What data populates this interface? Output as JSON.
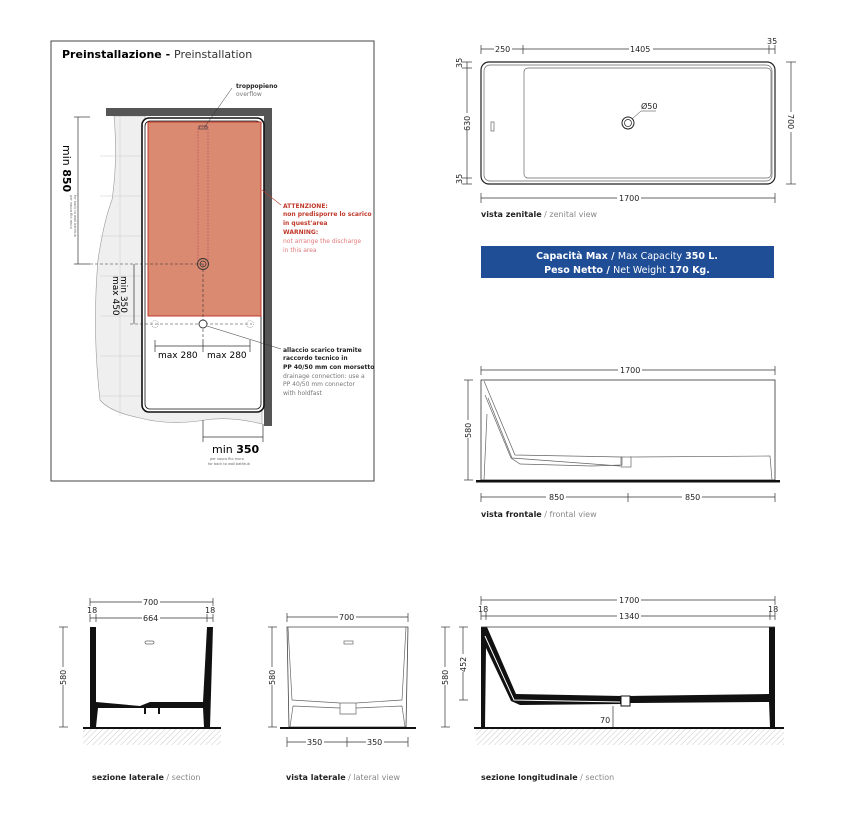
{
  "preinstallation": {
    "title_it": "Preinstallazione - ",
    "title_en": "Preinstallation",
    "overflow_it": "troppopieno",
    "overflow_en": "overflow",
    "min_850_prefix": "min ",
    "min_850_value": "850",
    "min_850_note_it": "per vasca filo muro",
    "min_850_note_en": "for back to wall bathtub",
    "min_350_label": "min 350",
    "max_450_label": "max 450",
    "max_280_left": "max 280",
    "max_280_right": "max 280",
    "min_350_bottom_prefix": "min ",
    "min_350_bottom_value": "350",
    "min_350_bottom_note_it": "per vasca filo muro",
    "min_350_bottom_note_en": "for back to wall bathtub",
    "warning_lines": [
      "ATTENZIONE:",
      "non predisporre lo scarico",
      "in quest'area",
      "WARNING:"
    ],
    "warning_en_lines": [
      "not arrange the discharge",
      "in this area"
    ],
    "drain_it_lines": [
      "allaccio scarico tramite",
      "raccordo tecnico in",
      "PP 40/50 mm con morsetto"
    ],
    "drain_en_lines": [
      "drainage connection: use a",
      "PP 40/50 mm connector",
      "with holdfast"
    ]
  },
  "zenital": {
    "dims": {
      "d250": "250",
      "d1405": "1405",
      "d35_top": "35",
      "d35_a": "35",
      "d630": "630",
      "d35_b": "35",
      "d700": "700",
      "d1700": "1700",
      "drain": "Ø50"
    },
    "caption_it": "vista zenitale",
    "caption_en": " / zenital view"
  },
  "banner": {
    "line1_it": "Capacità Max / ",
    "line1_en": "Max Capacity ",
    "line1_val": "350 L.",
    "line2_it": "Peso Netto / ",
    "line2_en": "Net Weight ",
    "line2_val": "170 Kg.",
    "color": "#1f4e96"
  },
  "frontal": {
    "dims": {
      "d1700": "1700",
      "d580": "580",
      "d850_left": "850",
      "d850_right": "850"
    },
    "caption_it": "vista frontale",
    "caption_en": " / frontal view"
  },
  "section_lateral": {
    "dims": {
      "d700": "700",
      "d18_left": "18",
      "d664": "664",
      "d18_right": "18",
      "d580": "580"
    },
    "caption_it": "sezione laterale",
    "caption_en": " / section"
  },
  "lateral_view": {
    "dims": {
      "d700": "700",
      "d580": "580",
      "d350_left": "350",
      "d350_right": "350"
    },
    "caption_it": "vista laterale",
    "caption_en": " / lateral view"
  },
  "section_longitudinal": {
    "dims": {
      "d1700": "1700",
      "d18_left": "18",
      "d1340": "1340",
      "d18_right": "18",
      "d580": "580",
      "d452": "452",
      "d70": "70"
    },
    "caption_it": "sezione longitudinale",
    "caption_en": " / section"
  }
}
